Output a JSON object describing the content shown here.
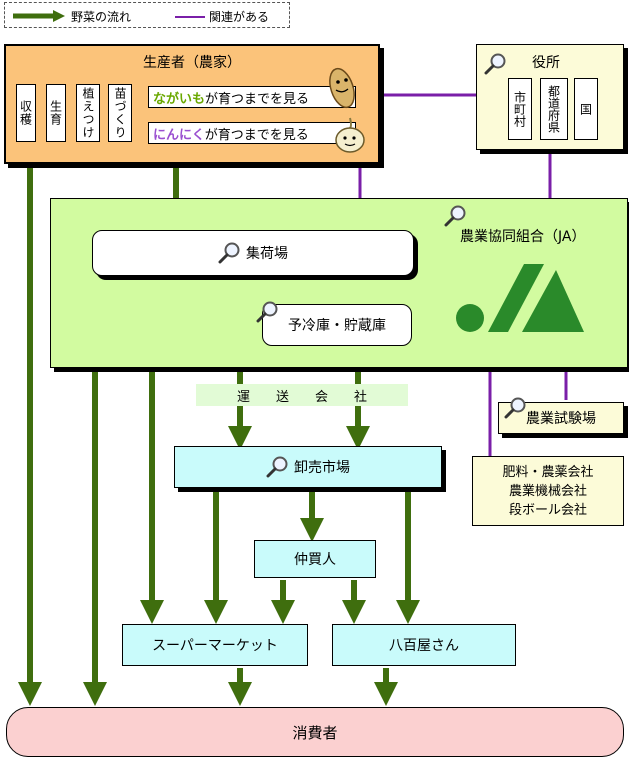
{
  "legend": {
    "flow_label": "野菜の流れ",
    "relation_label": "関連がある"
  },
  "colors": {
    "flow": "#3f6e0e",
    "relation": "#7a1fa8",
    "producer_bg": "#fbc37a",
    "ja_bg": "#d2fba0",
    "market_bg": "#c9fbfb",
    "consumer_bg": "#fbd0d0"
  },
  "producer": {
    "title": "生産者（農家）",
    "tasks": [
      "収穫",
      "生育",
      "植えつけ",
      "苗づくり"
    ],
    "watch": [
      {
        "keyword": "ながいも",
        "rest": "が育つまでを見る",
        "icon": "yam-icon"
      },
      {
        "keyword": "にんにく",
        "rest": "が育つまでを見る",
        "icon": "garlic-icon"
      }
    ]
  },
  "government": {
    "title": "役所",
    "items": [
      "市町村",
      "都道府県",
      "国"
    ]
  },
  "ja": {
    "title": "農業協同組合（JA）",
    "collection": "集荷場",
    "storage": "予冷庫・貯蔵庫",
    "logo": "ja-logo"
  },
  "transport": "運　　送　　会　　社",
  "wholesale": "卸売市場",
  "broker": "仲買人",
  "supermarket": "スーパーマーケット",
  "greengrocer": "八百屋さん",
  "consumer": "消費者",
  "test_station": "農業試験場",
  "suppliers": [
    "肥料・農薬会社",
    "農業機械会社",
    "段ボール会社"
  ]
}
